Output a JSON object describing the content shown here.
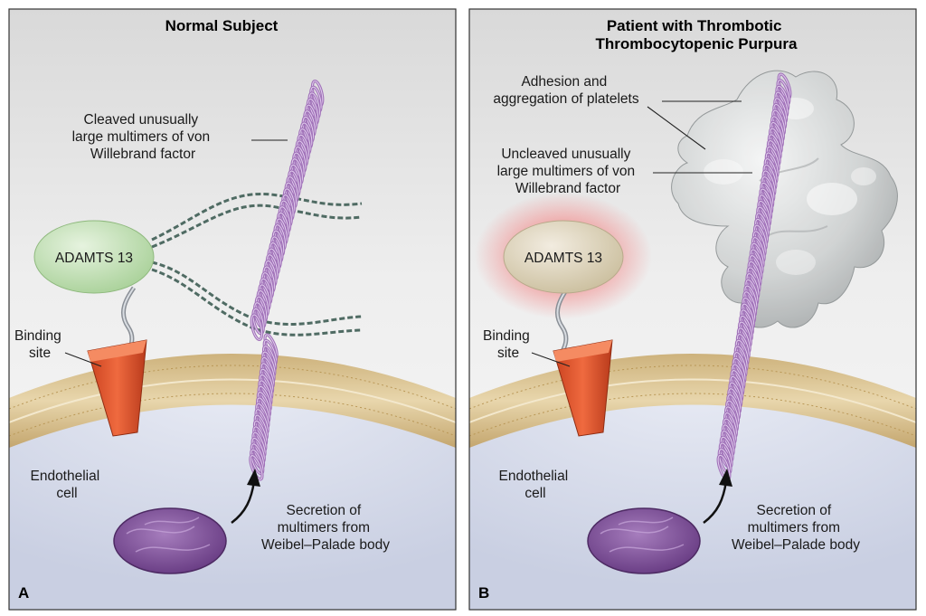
{
  "panels": [
    {
      "letter": "A",
      "title_lines": [
        "Normal Subject"
      ],
      "enzyme_label": "ADAMTS 13",
      "binding_site_lines": [
        "Binding",
        "site"
      ],
      "cell_lines": [
        "Endothelial",
        "cell"
      ],
      "secretion_lines": [
        "Secretion of",
        "multimers from",
        "Weibel–Palade body"
      ],
      "multimer_lines": [
        "Cleaved unusually",
        "large multimers of von",
        "Willebrand factor"
      ]
    },
    {
      "letter": "B",
      "title_lines": [
        "Patient with Thrombotic",
        "Thrombocytopenic Purpura"
      ],
      "enzyme_label": "ADAMTS 13",
      "binding_site_lines": [
        "Binding",
        "site"
      ],
      "cell_lines": [
        "Endothelial",
        "cell"
      ],
      "secretion_lines": [
        "Secretion of",
        "multimers from",
        "Weibel–Palade body"
      ],
      "multimer_lines": [
        "Uncleaved unusually",
        "large multimers of von",
        "Willebrand factor"
      ],
      "platelet_lines": [
        "Adhesion and",
        "aggregation of platelets"
      ]
    }
  ],
  "colors": {
    "coil": "#a173b9",
    "enzyme_normal": "#cfe7c4",
    "enzyme_patient": "#e6dcc6",
    "binding_site": "#e2542e",
    "membrane": "#d7bf8f",
    "cell": "#cdd3e6",
    "body": "#7c4e95",
    "platelet": "#cfd2d2",
    "glow": "#f3a0a0"
  }
}
